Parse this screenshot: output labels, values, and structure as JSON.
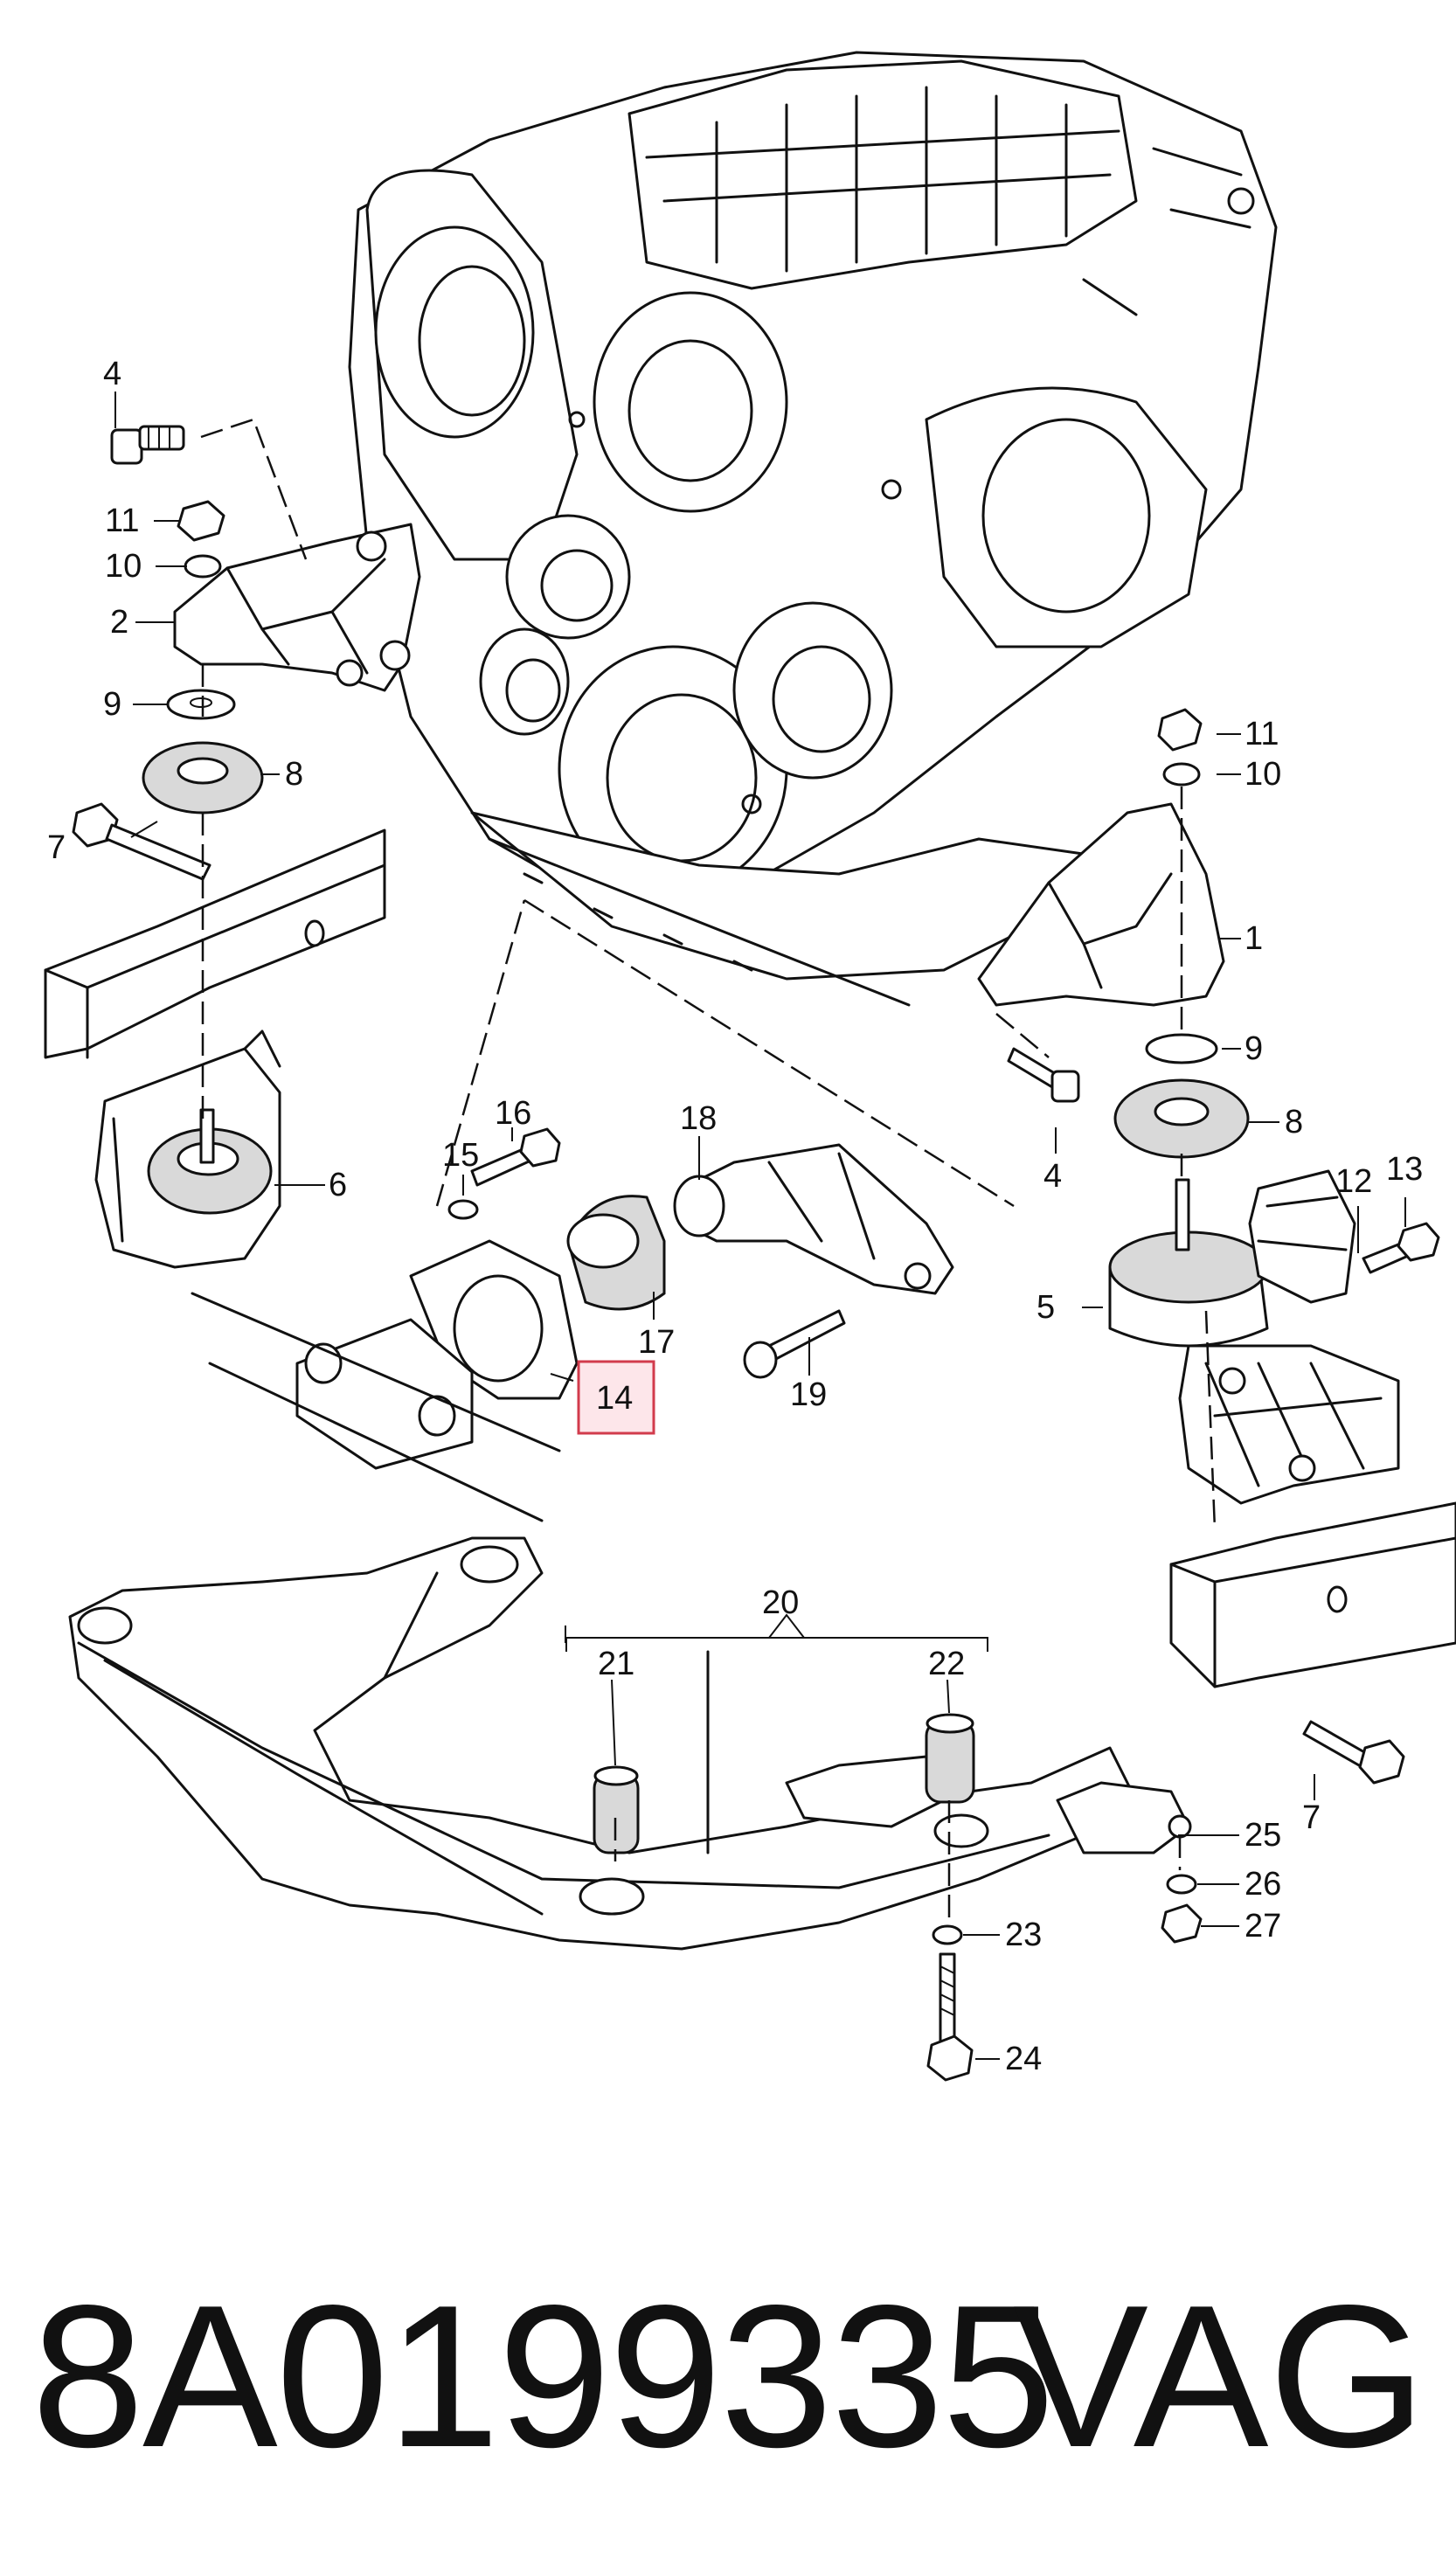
{
  "callouts": {
    "c1": "1",
    "c2": "2",
    "c4a": "4",
    "c4b": "4",
    "c5": "5",
    "c6": "6",
    "c7a": "7",
    "c7b": "7",
    "c8a": "8",
    "c8b": "8",
    "c9a": "9",
    "c9b": "9",
    "c10a": "10",
    "c10b": "10",
    "c11a": "11",
    "c11b": "11",
    "c12": "12",
    "c13": "13",
    "c14": "14",
    "c15": "15",
    "c16": "16",
    "c17": "17",
    "c18": "18",
    "c19": "19",
    "c20": "20",
    "c21": "21",
    "c22": "22",
    "c23": "23",
    "c24": "24",
    "c25": "25",
    "c26": "26",
    "c27": "27"
  },
  "highlighted_callout": "14",
  "colors": {
    "line": "#111111",
    "highlight_fill": "#fde6ea",
    "highlight_stroke": "#d23b4c"
  },
  "footer": {
    "part_number": "8A0199335",
    "brand": "VAG"
  }
}
